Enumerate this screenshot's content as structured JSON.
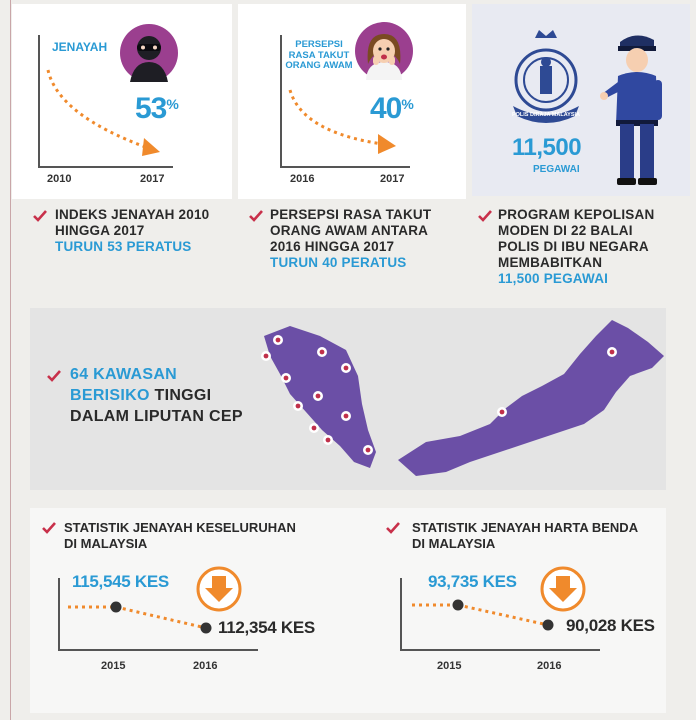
{
  "top": {
    "jenayah": {
      "label": "JENAYAH",
      "percent": "53",
      "percent_sign": "%",
      "year_start": "2010",
      "year_end": "2017"
    },
    "persepsi": {
      "label_lines": [
        "PERSEPSI",
        "RASA TAKUT",
        "ORANG AWAM"
      ],
      "percent": "40",
      "percent_sign": "%",
      "year_start": "2016",
      "year_end": "2017"
    },
    "police": {
      "count": "11,500",
      "unit": "PEGAWAI",
      "emblem_text": "POLIS DIRAJA MALAYSIA"
    }
  },
  "items": [
    {
      "lines": [
        "INDEKS JENAYAH 2010",
        "HINGGA 2017"
      ],
      "highlight": "TURUN 53 PERATUS"
    },
    {
      "lines": [
        "PERSEPSI RASA TAKUT",
        "ORANG AWAM ANTARA",
        "2016 HINGGA 2017"
      ],
      "highlight": "TURUN 40 PERATUS"
    },
    {
      "lines": [
        "PROGRAM KEPOLISAN",
        "MODEN DI 22 BALAI",
        "POLIS DI IBU NEGARA",
        "MEMBABITKAN"
      ],
      "highlight": "11,500 PEGAWAI"
    }
  ],
  "map": {
    "lines": [
      {
        "blue": "64 KAWASAN",
        "dark": ""
      },
      {
        "blue": "BERISIKO",
        "dark": " TINGGI"
      },
      {
        "blue": "",
        "dark": "DALAM LIPUTAN CEP"
      }
    ]
  },
  "stats": [
    {
      "title_lines": [
        "STATISTIK JENAYAH KESELURUHAN",
        "DI MALAYSIA"
      ],
      "v2015": "115,545 KES",
      "v2016": "112,354 KES",
      "year1": "2015",
      "year2": "2016"
    },
    {
      "title_lines": [
        "STATISTIK JENAYAH HARTA BENDA",
        "DI MALAYSIA"
      ],
      "v2015": "93,735 KES",
      "v2016": "90,028 KES",
      "year1": "2015",
      "year2": "2016"
    }
  ],
  "colors": {
    "accent_blue": "#2a9ad4",
    "check_red": "#c8304a",
    "trend_orange": "#f08a2c",
    "map_purple": "#6b4fa6",
    "avatar_purple": "#9b3f8f"
  }
}
